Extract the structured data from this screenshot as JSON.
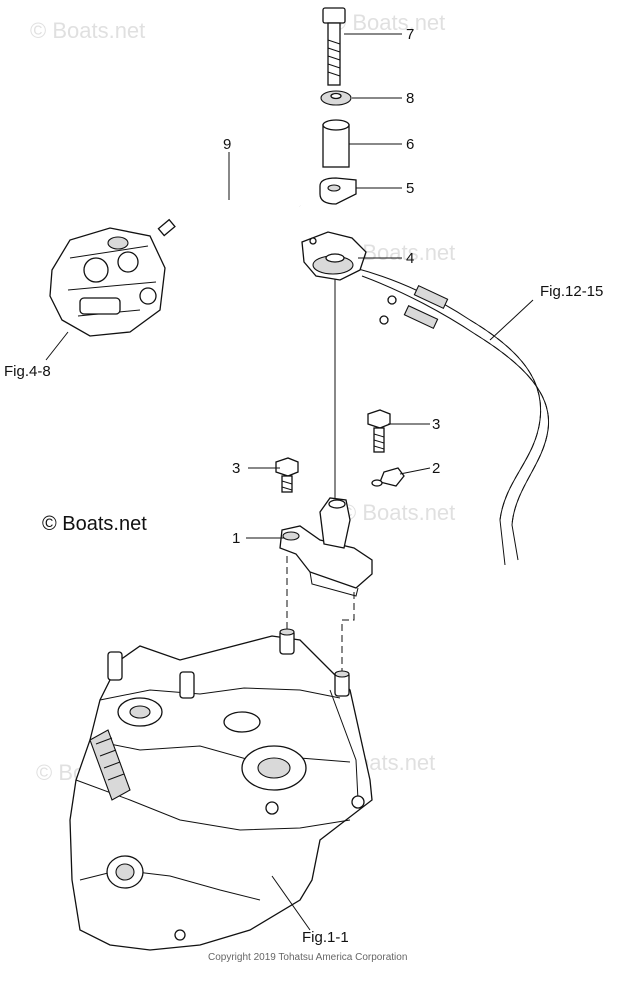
{
  "callouts": {
    "c7": "7",
    "c8": "8",
    "c6": "6",
    "c5": "5",
    "c4": "4",
    "c9": "9",
    "c3a": "3",
    "c3b": "3",
    "c2": "2",
    "c1": "1"
  },
  "references": {
    "fig_4_8": "Fig.4-8",
    "fig_12_15": "Fig.12-15",
    "fig_1_1": "Fig.1-1"
  },
  "brand": "© Boats.net",
  "watermark": "© Boats.net",
  "copyright": "Copyright 2019 Tohatsu America Corporation"
}
